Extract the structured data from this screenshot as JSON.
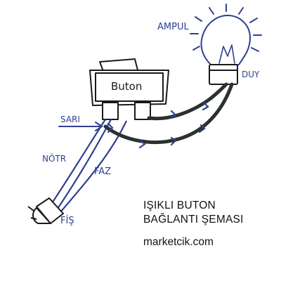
{
  "labels": {
    "bulb": "AMPUL",
    "socket": "DUY",
    "button": "Buton",
    "yellow_wire": "SARI",
    "neutral_wire": "NÖTR",
    "phase_wire": "FAZ",
    "plug": "FİŞ"
  },
  "caption": {
    "line1": "IŞIKLI BUTON",
    "line2": "BAĞLANTI ŞEMASI",
    "site": "marketcik.com"
  },
  "colors": {
    "ink_blue": "#2f3f8f",
    "ink_black": "#1a1a1a",
    "wire_dark": "#2b3130",
    "paper": "#ffffff"
  }
}
